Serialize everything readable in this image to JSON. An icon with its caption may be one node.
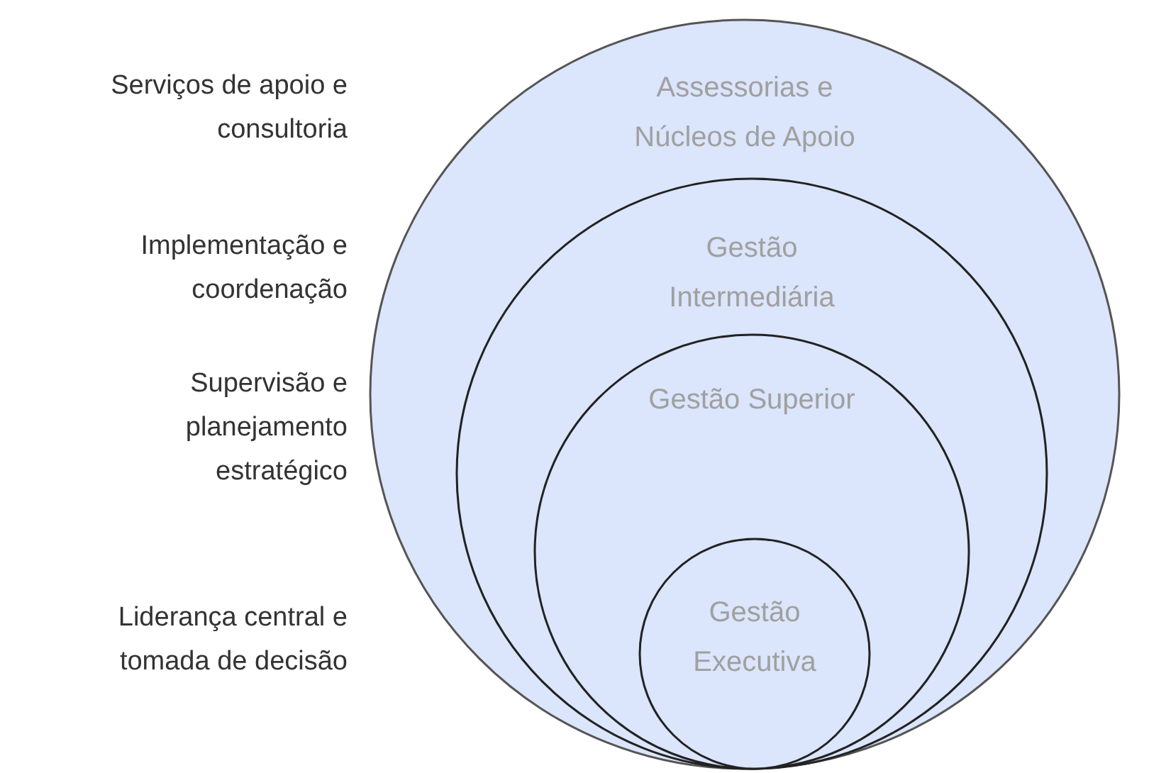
{
  "diagram": {
    "nodes": [
      {
        "text": [
          "Assessorias e Núcleos de Apoio"
        ]
      },
      {
        "text": [
          "Gestão Intermediária"
        ],
        "in": 0
      },
      {
        "text": [
          "Gestão Superior"
        ],
        "in": 1
      },
      {
        "text": [
          "Gestão Executiva"
        ],
        "in": 2
      }
    ],
    "labels": [
      "Serviços de apoio e consultoria",
      "Implementação e coordenação",
      "Supervisão e planejamento estratégico",
      "Liderança central e tomada de decisão"
    ]
  }
}
